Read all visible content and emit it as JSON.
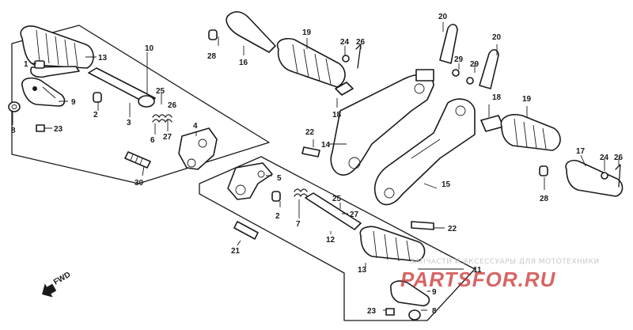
{
  "diagram": {
    "labels": {
      "p1": "1",
      "p2a": "2",
      "p2b": "2",
      "p3": "3",
      "p4": "4",
      "p5": "5",
      "p6": "6",
      "p7": "7",
      "p8a": "8",
      "p8b": "8",
      "p9a": "9",
      "p9b": "9",
      "p10": "10",
      "p11": "11",
      "p12": "12",
      "p13a": "13",
      "p13b": "13",
      "p14": "14",
      "p15": "15",
      "p16": "16",
      "p17": "17",
      "p18a": "18",
      "p18b": "18",
      "p19a": "19",
      "p19b": "19",
      "p20a": "20",
      "p20b": "20",
      "p21": "21",
      "p22a": "22",
      "p22b": "22",
      "p23a": "23",
      "p23b": "23",
      "p24a": "24",
      "p24b": "24",
      "p25a": "25",
      "p25b": "25",
      "p26a": "26",
      "p26b": "26",
      "p27a": "27",
      "p27b": "27",
      "p28a": "28",
      "p28b": "28",
      "p29a": "29",
      "p29b": "29",
      "p30": "30"
    },
    "fwd_label": "FWD"
  },
  "watermark": {
    "subtitle": "ЗАПЧАСТИ И АКСЕССУАРЫ ДЛЯ МОТОТЕХНИКИ",
    "logo": "PARTSFOR.RU",
    "color": "#c92a2a"
  }
}
